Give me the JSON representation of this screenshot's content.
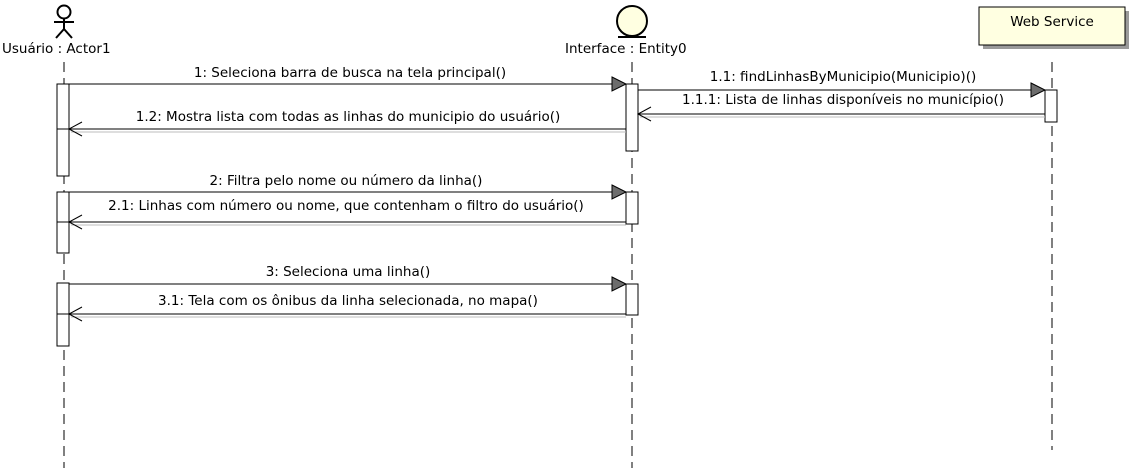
{
  "participants": {
    "actor": {
      "label": "Usuário : Actor1",
      "icon": "stick-figure-icon"
    },
    "interface": {
      "label": "Interface : Entity0",
      "icon": "entity-circle-icon"
    },
    "webservice": {
      "label": "Web Service",
      "fill": "#ffffe1"
    }
  },
  "messages": {
    "m1": "1: Seleciona barra de busca na tela principal()",
    "m1_1": "1.1: findLinhasByMunicipio(Municipio)()",
    "m1_1_1": "1.1.1: Lista de linhas disponíveis no município()",
    "m1_2": "1.2: Mostra lista com todas as linhas do municipio do usuário()",
    "m2": "2: Filtra pelo nome ou número da linha()",
    "m2_1": "2.1: Linhas com número ou nome, que contenham o filtro do usuário()",
    "m3": "3: Seleciona uma linha()",
    "m3_1": "3.1: Tela com os ônibus da linha selecionada, no mapa()"
  },
  "colors": {
    "note_fill": "#ffffe1",
    "arrow_fill": "#6d6d6d"
  }
}
